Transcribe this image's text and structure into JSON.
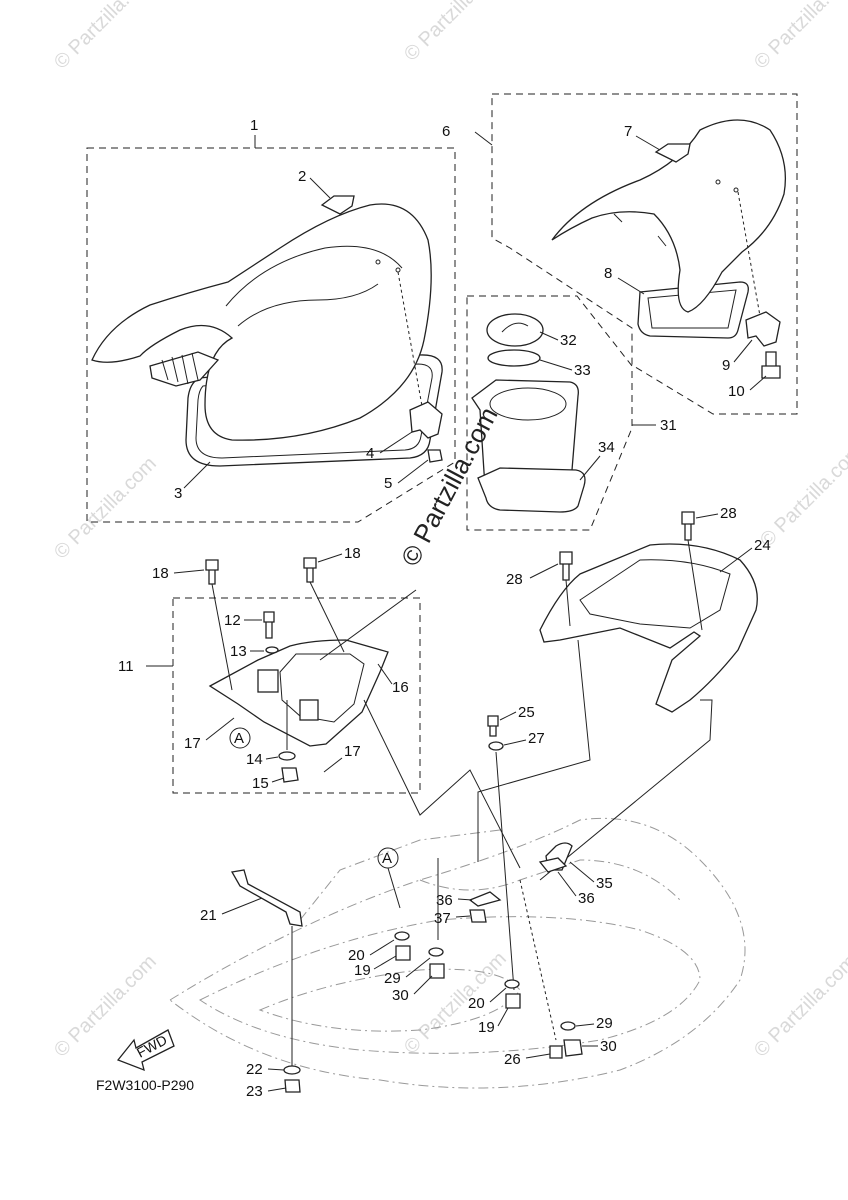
{
  "watermark": "© Partzilla.com",
  "diagram_code": "F2W3100-P290",
  "fwd_label": "FWD",
  "ref_mark": "A",
  "callouts": {
    "c1": "1",
    "c2": "2",
    "c3": "3",
    "c4": "4",
    "c5": "5",
    "c6": "6",
    "c7": "7",
    "c8": "8",
    "c9": "9",
    "c10": "10",
    "c11": "11",
    "c12": "12",
    "c13": "13",
    "c14": "14",
    "c15": "15",
    "c16": "16",
    "c17a": "17",
    "c17b": "17",
    "c18a": "18",
    "c18b": "18",
    "c19a": "19",
    "c19b": "19",
    "c20a": "20",
    "c20b": "20",
    "c21": "21",
    "c22": "22",
    "c23": "23",
    "c24": "24",
    "c25": "25",
    "c26": "26",
    "c27": "27",
    "c28a": "28",
    "c28b": "28",
    "c29a": "29",
    "c29b": "29",
    "c30a": "30",
    "c30b": "30",
    "c31": "31",
    "c32": "32",
    "c33": "33",
    "c34": "34",
    "c35": "35",
    "c36a": "36",
    "c36b": "36",
    "c37": "37"
  }
}
